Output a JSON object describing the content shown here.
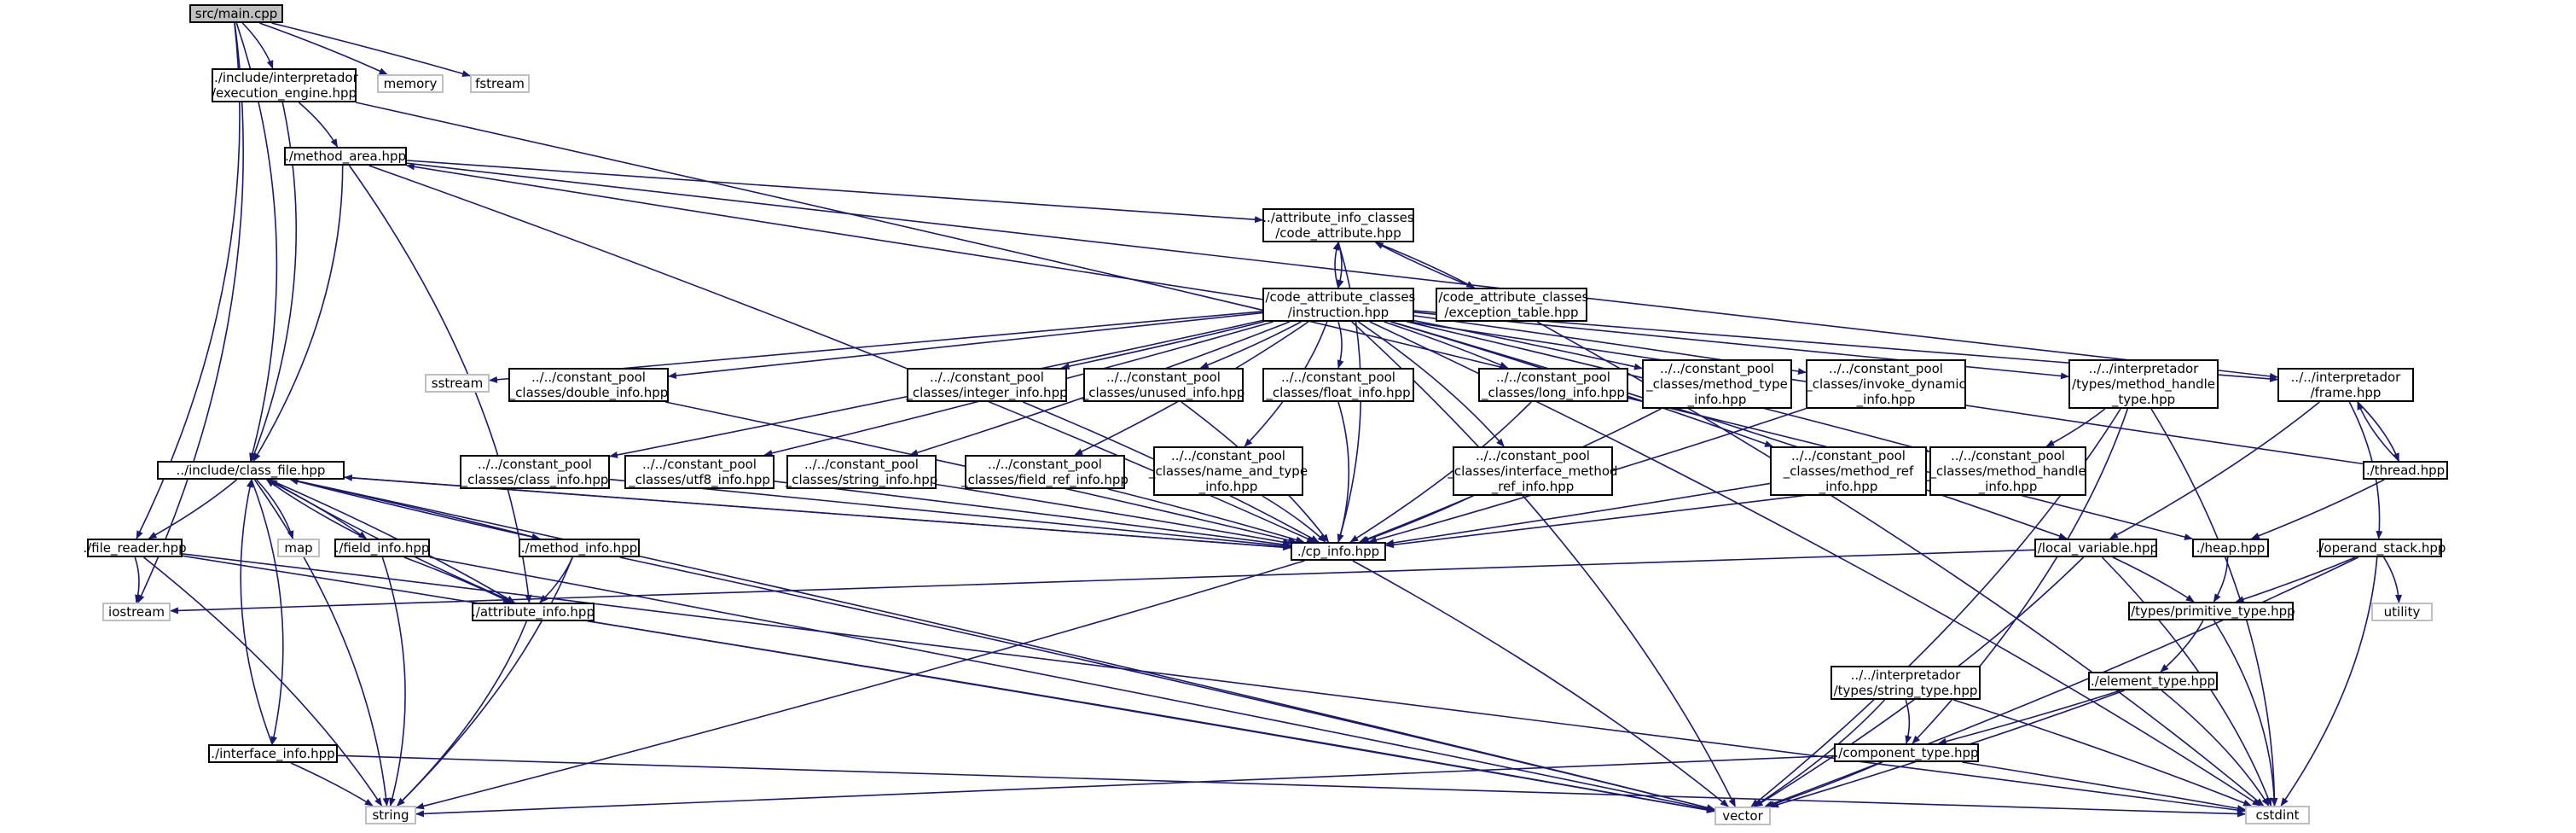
{
  "graph": {
    "type": "include-dependency-graph",
    "colors": {
      "edge": "#191970",
      "node_border": "#000000",
      "external_border": "#bfbfbf",
      "root_fill": "#bfbfbf",
      "background": "#ffffff"
    },
    "nodes": [
      {
        "id": "main",
        "lines": [
          "src/main.cpp"
        ],
        "kind": "root"
      },
      {
        "id": "exec",
        "lines": [
          "../include/interpretador",
          "/execution_engine.hpp"
        ],
        "kind": "file"
      },
      {
        "id": "memory",
        "lines": [
          "memory"
        ],
        "kind": "external"
      },
      {
        "id": "fstream",
        "lines": [
          "fstream"
        ],
        "kind": "external"
      },
      {
        "id": "method_area",
        "lines": [
          "./method_area.hpp"
        ],
        "kind": "file"
      },
      {
        "id": "code_attr",
        "lines": [
          "../attribute_info_classes",
          "/code_attribute.hpp"
        ],
        "kind": "file"
      },
      {
        "id": "instruction",
        "lines": [
          "./code_attribute_classes",
          "/instruction.hpp"
        ],
        "kind": "file"
      },
      {
        "id": "exception_table",
        "lines": [
          "./code_attribute_classes",
          "/exception_table.hpp"
        ],
        "kind": "file"
      },
      {
        "id": "sstream",
        "lines": [
          "sstream"
        ],
        "kind": "external"
      },
      {
        "id": "double_info",
        "lines": [
          "../../constant_pool",
          "_classes/double_info.hpp"
        ],
        "kind": "file"
      },
      {
        "id": "integer_info",
        "lines": [
          "../../constant_pool",
          "_classes/integer_info.hpp"
        ],
        "kind": "file"
      },
      {
        "id": "unused_info",
        "lines": [
          "../../constant_pool",
          "_classes/unused_info.hpp"
        ],
        "kind": "file"
      },
      {
        "id": "float_info",
        "lines": [
          "../../constant_pool",
          "_classes/float_info.hpp"
        ],
        "kind": "file"
      },
      {
        "id": "long_info",
        "lines": [
          "../../constant_pool",
          "_classes/long_info.hpp"
        ],
        "kind": "file"
      },
      {
        "id": "method_type_info",
        "lines": [
          "../../constant_pool",
          "_classes/method_type",
          "_info.hpp"
        ],
        "kind": "file"
      },
      {
        "id": "invoke_dynamic",
        "lines": [
          "../../constant_pool",
          "_classes/invoke_dynamic",
          "_info.hpp"
        ],
        "kind": "file"
      },
      {
        "id": "method_handle_type",
        "lines": [
          "../../interpretador",
          "/types/method_handle",
          "_type.hpp"
        ],
        "kind": "file"
      },
      {
        "id": "frame",
        "lines": [
          "../../interpretador",
          "/frame.hpp"
        ],
        "kind": "file"
      },
      {
        "id": "class_file",
        "lines": [
          "../include/class_file.hpp"
        ],
        "kind": "file"
      },
      {
        "id": "class_info",
        "lines": [
          "../../constant_pool",
          "_classes/class_info.hpp"
        ],
        "kind": "file"
      },
      {
        "id": "utf8_info",
        "lines": [
          "../../constant_pool",
          "_classes/utf8_info.hpp"
        ],
        "kind": "file"
      },
      {
        "id": "string_info",
        "lines": [
          "../../constant_pool",
          "_classes/string_info.hpp"
        ],
        "kind": "file"
      },
      {
        "id": "field_ref_info",
        "lines": [
          "../../constant_pool",
          "_classes/field_ref_info.hpp"
        ],
        "kind": "file"
      },
      {
        "id": "name_and_type",
        "lines": [
          "../../constant_pool",
          "_classes/name_and_type",
          "_info.hpp"
        ],
        "kind": "file"
      },
      {
        "id": "interface_method_ref",
        "lines": [
          "../../constant_pool",
          "_classes/interface_method",
          "_ref_info.hpp"
        ],
        "kind": "file"
      },
      {
        "id": "method_ref_info",
        "lines": [
          "../../constant_pool",
          "_classes/method_ref",
          "_info.hpp"
        ],
        "kind": "file"
      },
      {
        "id": "method_handle_info",
        "lines": [
          "../../constant_pool",
          "_classes/method_handle",
          "_info.hpp"
        ],
        "kind": "file"
      },
      {
        "id": "thread",
        "lines": [
          "./thread.hpp"
        ],
        "kind": "file"
      },
      {
        "id": "file_reader",
        "lines": [
          "./file_reader.hpp"
        ],
        "kind": "file"
      },
      {
        "id": "map",
        "lines": [
          "map"
        ],
        "kind": "external"
      },
      {
        "id": "field_info",
        "lines": [
          "./field_info.hpp"
        ],
        "kind": "file"
      },
      {
        "id": "method_info",
        "lines": [
          "./method_info.hpp"
        ],
        "kind": "file"
      },
      {
        "id": "cp_info",
        "lines": [
          "./cp_info.hpp"
        ],
        "kind": "file"
      },
      {
        "id": "local_variable",
        "lines": [
          "./local_variable.hpp"
        ],
        "kind": "file"
      },
      {
        "id": "heap",
        "lines": [
          "./heap.hpp"
        ],
        "kind": "file"
      },
      {
        "id": "operand_stack",
        "lines": [
          "./operand_stack.hpp"
        ],
        "kind": "file"
      },
      {
        "id": "iostream",
        "lines": [
          "iostream"
        ],
        "kind": "external"
      },
      {
        "id": "attribute_info",
        "lines": [
          "./attribute_info.hpp"
        ],
        "kind": "file"
      },
      {
        "id": "primitive_type",
        "lines": [
          "./types/primitive_type.hpp"
        ],
        "kind": "file"
      },
      {
        "id": "utility",
        "lines": [
          "utility"
        ],
        "kind": "external"
      },
      {
        "id": "string_type",
        "lines": [
          "../../interpretador",
          "/types/string_type.hpp"
        ],
        "kind": "file"
      },
      {
        "id": "element_type",
        "lines": [
          "./element_type.hpp"
        ],
        "kind": "file"
      },
      {
        "id": "interface_info",
        "lines": [
          "./interface_info.hpp"
        ],
        "kind": "file"
      },
      {
        "id": "component_type",
        "lines": [
          "./component_type.hpp"
        ],
        "kind": "file"
      },
      {
        "id": "string",
        "lines": [
          "string"
        ],
        "kind": "external"
      },
      {
        "id": "vector",
        "lines": [
          "vector"
        ],
        "kind": "external"
      },
      {
        "id": "cstdint",
        "lines": [
          "cstdint"
        ],
        "kind": "external"
      }
    ],
    "edges": [
      [
        "main",
        "exec"
      ],
      [
        "main",
        "memory"
      ],
      [
        "main",
        "fstream"
      ],
      [
        "main",
        "class_file"
      ],
      [
        "main",
        "file_reader"
      ],
      [
        "main",
        "iostream"
      ],
      [
        "exec",
        "method_area"
      ],
      [
        "exec",
        "class_file"
      ],
      [
        "exec",
        "heap"
      ],
      [
        "method_area",
        "code_attr"
      ],
      [
        "method_area",
        "class_file"
      ],
      [
        "method_area",
        "frame"
      ],
      [
        "method_area",
        "attribute_info"
      ],
      [
        "method_area",
        "cp_info"
      ],
      [
        "code_attr",
        "instruction"
      ],
      [
        "code_attr",
        "exception_table"
      ],
      [
        "code_attr",
        "cp_info"
      ],
      [
        "instruction",
        "code_attr"
      ],
      [
        "instruction",
        "sstream"
      ],
      [
        "instruction",
        "double_info"
      ],
      [
        "instruction",
        "integer_info"
      ],
      [
        "instruction",
        "unused_info"
      ],
      [
        "instruction",
        "float_info"
      ],
      [
        "instruction",
        "long_info"
      ],
      [
        "instruction",
        "method_type_info"
      ],
      [
        "instruction",
        "invoke_dynamic"
      ],
      [
        "instruction",
        "method_handle_type"
      ],
      [
        "instruction",
        "frame"
      ],
      [
        "instruction",
        "class_info"
      ],
      [
        "instruction",
        "utf8_info"
      ],
      [
        "instruction",
        "string_info"
      ],
      [
        "instruction",
        "field_ref_info"
      ],
      [
        "instruction",
        "name_and_type"
      ],
      [
        "instruction",
        "interface_method_ref"
      ],
      [
        "instruction",
        "method_ref_info"
      ],
      [
        "instruction",
        "method_handle_info"
      ],
      [
        "instruction",
        "local_variable"
      ],
      [
        "instruction",
        "cstdint"
      ],
      [
        "instruction",
        "vector"
      ],
      [
        "exception_table",
        "code_attr"
      ],
      [
        "exception_table",
        "cstdint"
      ],
      [
        "double_info",
        "cp_info"
      ],
      [
        "integer_info",
        "cp_info"
      ],
      [
        "unused_info",
        "cp_info"
      ],
      [
        "float_info",
        "cp_info"
      ],
      [
        "long_info",
        "cp_info"
      ],
      [
        "method_type_info",
        "cp_info"
      ],
      [
        "invoke_dynamic",
        "cp_info"
      ],
      [
        "class_info",
        "cp_info"
      ],
      [
        "utf8_info",
        "cp_info"
      ],
      [
        "string_info",
        "cp_info"
      ],
      [
        "field_ref_info",
        "cp_info"
      ],
      [
        "name_and_type",
        "cp_info"
      ],
      [
        "interface_method_ref",
        "cp_info"
      ],
      [
        "method_ref_info",
        "cp_info"
      ],
      [
        "method_handle_info",
        "cp_info"
      ],
      [
        "method_handle_type",
        "method_handle_info"
      ],
      [
        "method_handle_type",
        "component_type"
      ],
      [
        "method_handle_type",
        "vector"
      ],
      [
        "method_handle_type",
        "cstdint"
      ],
      [
        "frame",
        "thread"
      ],
      [
        "frame",
        "local_variable"
      ],
      [
        "frame",
        "operand_stack"
      ],
      [
        "thread",
        "frame"
      ],
      [
        "thread",
        "method_area"
      ],
      [
        "thread",
        "heap"
      ],
      [
        "class_file",
        "file_reader"
      ],
      [
        "class_file",
        "map"
      ],
      [
        "class_file",
        "field_info"
      ],
      [
        "class_file",
        "method_info"
      ],
      [
        "class_file",
        "cp_info"
      ],
      [
        "class_file",
        "attribute_info"
      ],
      [
        "class_file",
        "interface_info"
      ],
      [
        "class_file",
        "string"
      ],
      [
        "class_file",
        "vector"
      ],
      [
        "field_info",
        "class_file"
      ],
      [
        "field_info",
        "attribute_info"
      ],
      [
        "field_info",
        "string"
      ],
      [
        "field_info",
        "vector"
      ],
      [
        "method_info",
        "class_file"
      ],
      [
        "method_info",
        "attribute_info"
      ],
      [
        "method_info",
        "string"
      ],
      [
        "method_info",
        "vector"
      ],
      [
        "attribute_info",
        "class_file"
      ],
      [
        "attribute_info",
        "string"
      ],
      [
        "attribute_info",
        "vector"
      ],
      [
        "interface_info",
        "class_file"
      ],
      [
        "interface_info",
        "string"
      ],
      [
        "interface_info",
        "cstdint"
      ],
      [
        "cp_info",
        "class_file"
      ],
      [
        "cp_info",
        "string"
      ],
      [
        "cp_info",
        "vector"
      ],
      [
        "file_reader",
        "iostream"
      ],
      [
        "file_reader",
        "string"
      ],
      [
        "file_reader",
        "vector"
      ],
      [
        "file_reader",
        "cstdint"
      ],
      [
        "local_variable",
        "iostream"
      ],
      [
        "local_variable",
        "primitive_type"
      ],
      [
        "local_variable",
        "vector"
      ],
      [
        "local_variable",
        "cstdint"
      ],
      [
        "heap",
        "primitive_type"
      ],
      [
        "operand_stack",
        "primitive_type"
      ],
      [
        "operand_stack",
        "utility"
      ],
      [
        "operand_stack",
        "vector"
      ],
      [
        "operand_stack",
        "cstdint"
      ],
      [
        "primitive_type",
        "element_type"
      ],
      [
        "primitive_type",
        "cstdint"
      ],
      [
        "element_type",
        "component_type"
      ],
      [
        "element_type",
        "vector"
      ],
      [
        "element_type",
        "cstdint"
      ],
      [
        "string_type",
        "component_type"
      ],
      [
        "string_type",
        "vector"
      ],
      [
        "string_type",
        "cstdint"
      ],
      [
        "component_type",
        "string"
      ],
      [
        "component_type",
        "vector"
      ],
      [
        "component_type",
        "cstdint"
      ]
    ]
  }
}
